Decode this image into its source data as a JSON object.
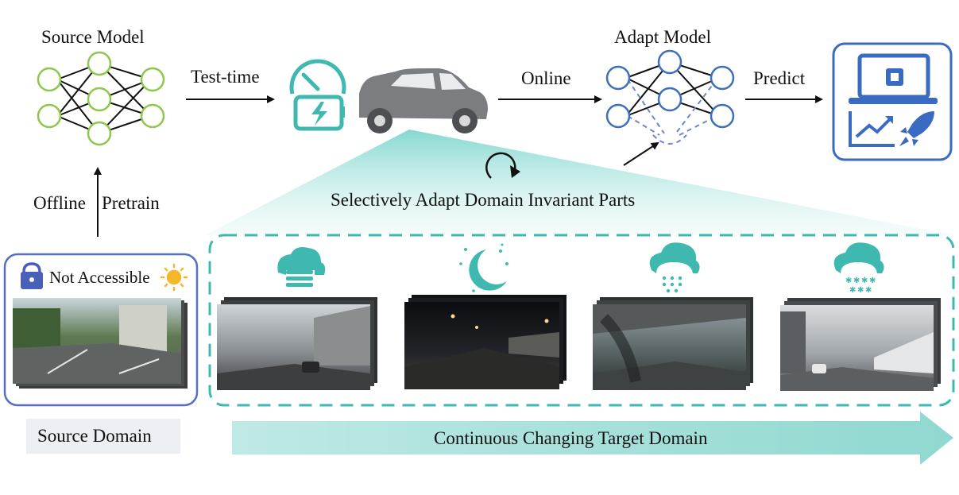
{
  "diagram": {
    "source_model_title": "Source Model",
    "adapt_model_title": "Adapt Model",
    "arrow_test_time": "Test-time",
    "arrow_online": "Online",
    "arrow_predict": "Predict",
    "offline_label": "Offline",
    "pretrain_label": "Pretrain",
    "selective_adapt_label": "Selectively Adapt Domain Invariant Parts",
    "not_accessible_label": "Not Accessible",
    "source_domain_label": "Source Domain",
    "target_domain_label": "Continuous Changing Target Domain",
    "weather_conditions": [
      "fog-icon",
      "night-icon",
      "rain-icon",
      "snow-icon"
    ],
    "colors": {
      "source_net": "#8cc84b",
      "adapt_net": "#3d6fbf",
      "teal": "#3fb8b0",
      "teal_light": "#bfe9e4",
      "panel_blue": "#3a6bc2",
      "source_domain_bg": "#eceff4"
    }
  }
}
